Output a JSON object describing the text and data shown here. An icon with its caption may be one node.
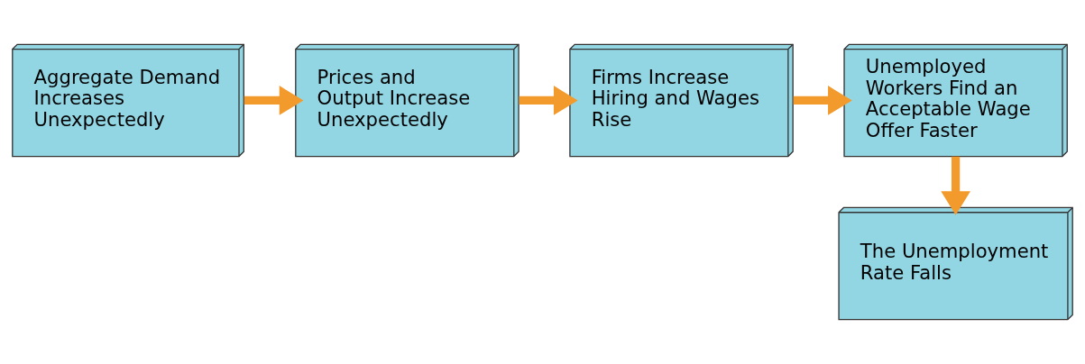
{
  "diagram": {
    "nodes": [
      {
        "text": [
          "Aggregate Demand Increases Unexpectedly"
        ]
      },
      {
        "text": [
          "Prices and Output Increase Unexpectedly"
        ]
      },
      {
        "text": [
          "Firms Increase Hiring and Wages Rise"
        ]
      },
      {
        "text": [
          "Unemployed Workers Find an Acceptable Wage Offer Faster"
        ]
      },
      {
        "text": [
          "The Unemployment Rate Falls"
        ]
      }
    ],
    "edges": [
      {
        "from": 0,
        "to": 1,
        "arrow": "to"
      },
      {
        "from": 1,
        "to": 2,
        "arrow": "to"
      },
      {
        "from": 2,
        "to": 3,
        "arrow": "to"
      },
      {
        "from": 3,
        "to": 4,
        "arrow": "to"
      }
    ]
  }
}
